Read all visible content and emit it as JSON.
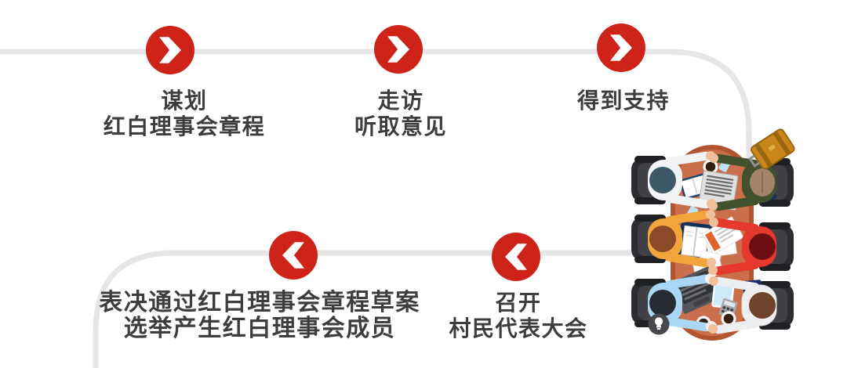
{
  "steps": [
    {
      "order": 1,
      "arrow": "right-chevron",
      "lines": [
        "谋划",
        "红白理事会章程"
      ]
    },
    {
      "order": 2,
      "arrow": "right-chevron",
      "lines": [
        "走访",
        "听取意见"
      ]
    },
    {
      "order": 3,
      "arrow": "right-chevron",
      "lines": [
        "得到支持"
      ]
    },
    {
      "order": 4,
      "arrow": "left-chevron",
      "lines": [
        "召开",
        "村民代表大会"
      ]
    },
    {
      "order": 5,
      "arrow": "left-chevron",
      "lines": [
        "表决通过红白理事会章程草案",
        "选举产生红白理事会成员"
      ]
    }
  ],
  "colors": {
    "accent_red": "#cd2318",
    "path_gray": "#e6e6e6",
    "text_dark": "#3d3d3d",
    "table_wood": "#c96f4b"
  },
  "illustration": {
    "name": "meeting-table-top-view",
    "elements": [
      "conference-table",
      "office-chairs",
      "six-people",
      "laptops",
      "documents",
      "smartphones",
      "tablet",
      "calculator",
      "coffee-cups",
      "briefcase",
      "lightbulb-badge"
    ]
  }
}
